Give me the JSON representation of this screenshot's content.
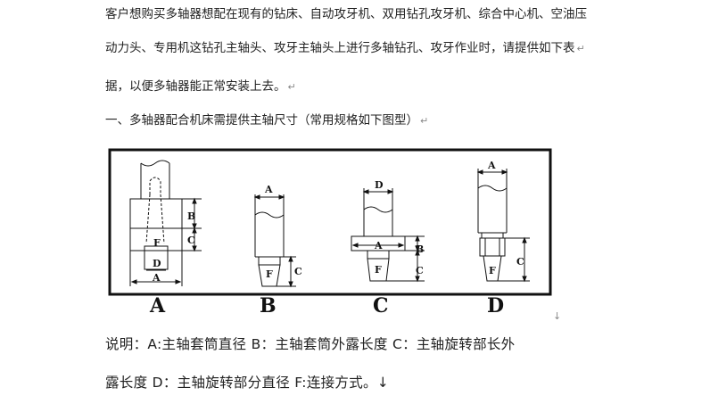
{
  "paragraph": {
    "line1": "客户想购买多轴器想配在现有的钻床、自动攻牙机、双用钻孔攻牙机、综合中心机、空油压",
    "line2": "动力头、专用机这钻孔主轴头、攻牙主轴头上进行多轴钻孔、攻牙作业时，请提供如下表",
    "line3": "据，以便多轴器能正常安装上去。"
  },
  "heading": "一、多轴器配合机床需提供主轴尺寸（常用规格如下图型）",
  "paragraph_mark": "↵",
  "figure": {
    "labels": {
      "A": "A",
      "B": "B",
      "C": "C",
      "D": "D"
    },
    "dims": {
      "A": "A",
      "B": "B",
      "C": "C",
      "D": "D",
      "F": "F"
    }
  },
  "caption": {
    "line1": "说明：A:主轴套筒直径      B：主轴套筒外露长度    C：主轴旋转部长外",
    "line2": "露长度    D：主轴旋转部分直径  F:连接方式。",
    "end_mark": "↓"
  }
}
